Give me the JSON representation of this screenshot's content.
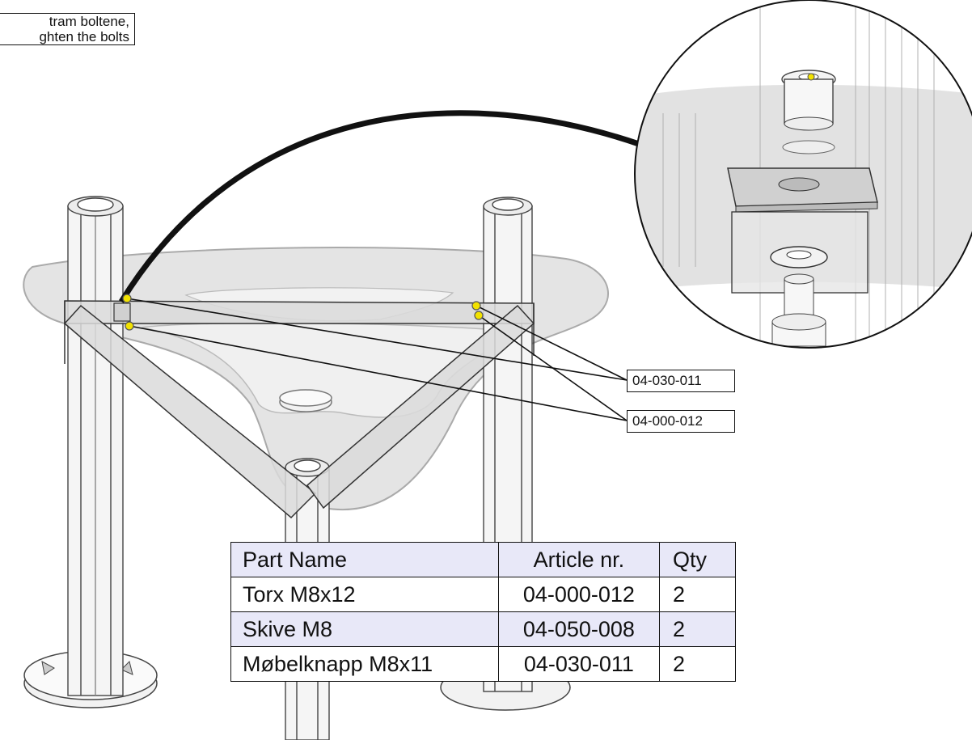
{
  "instruction_note": {
    "line1": "tram boltene,",
    "line2": "ghten the bolts"
  },
  "callouts": [
    "04-030-011",
    "04-000-012"
  ],
  "parts_table": {
    "headers": [
      "Part Name",
      "Article nr.",
      "Qty"
    ],
    "rows": [
      [
        "Torx M8x12",
        "04-000-012",
        "2"
      ],
      [
        "Skive M8",
        "04-050-008",
        "2"
      ],
      [
        "Møbelknapp M8x11",
        "04-030-011",
        "2"
      ]
    ]
  },
  "colors": {
    "line": "#111111",
    "table_shade": "#e8e8f8",
    "marker": "#f2e200",
    "tabletop": "#dcdcdc"
  }
}
